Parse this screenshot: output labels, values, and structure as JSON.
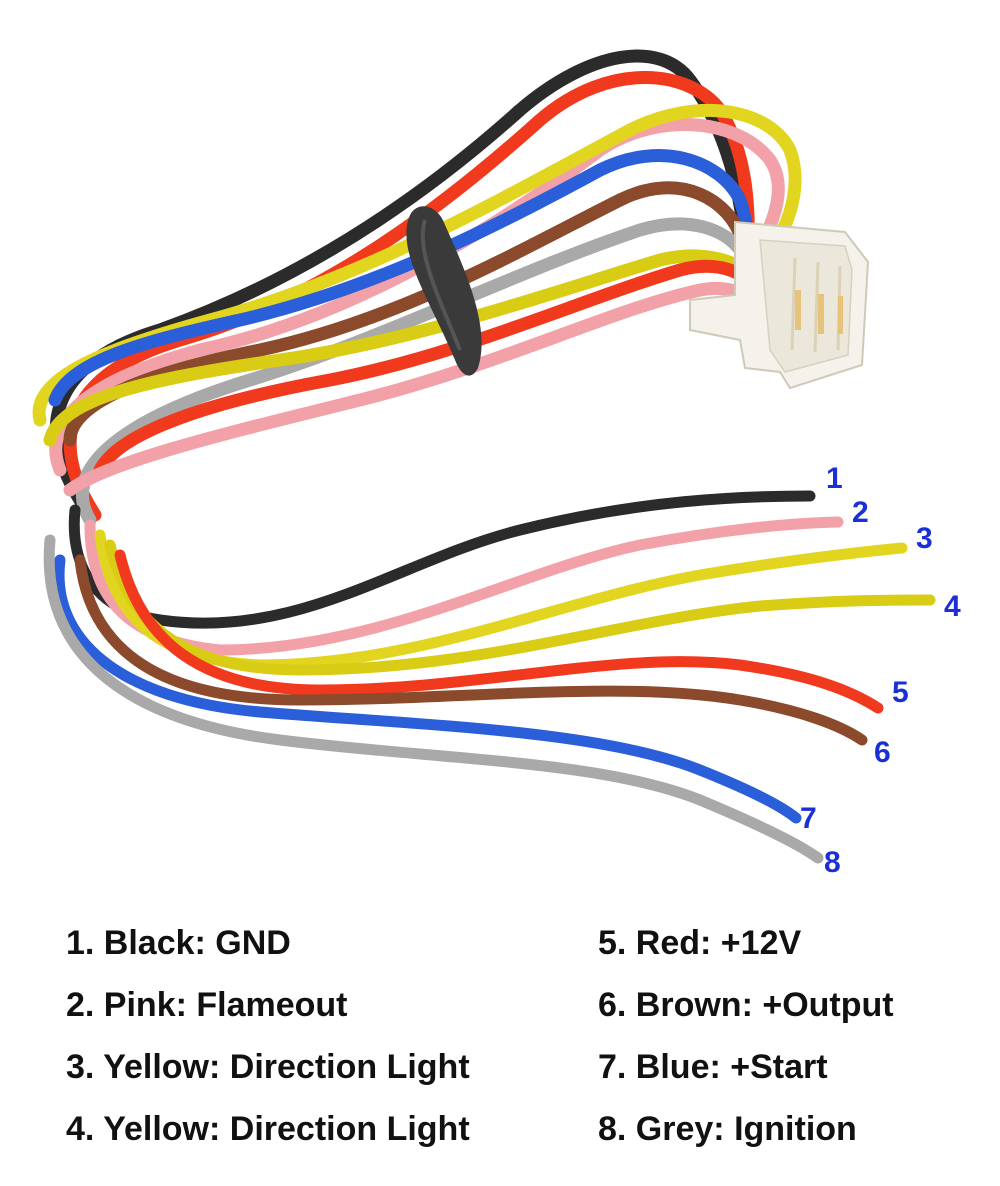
{
  "wires": [
    {
      "number": "1",
      "color_name": "Black",
      "function": "GND",
      "color": "#2b2b2b"
    },
    {
      "number": "2",
      "color_name": "Pink",
      "function": "Flameout",
      "color": "#f2a1a8"
    },
    {
      "number": "3",
      "color_name": "Yellow",
      "function": "Direction Light",
      "color": "#e2d520"
    },
    {
      "number": "4",
      "color_name": "Yellow",
      "function": "Direction Light",
      "color": "#d9cc14"
    },
    {
      "number": "5",
      "color_name": "Red",
      "function": "+12V",
      "color": "#f0391d"
    },
    {
      "number": "6",
      "color_name": "Brown",
      "function": "+Output",
      "color": "#8a4a2b"
    },
    {
      "number": "7",
      "color_name": "Blue",
      "function": "+Start",
      "color": "#2b5fd9"
    },
    {
      "number": "8",
      "color_name": "Grey",
      "function": "Ignition",
      "color": "#a9a9a9"
    }
  ],
  "legend": {
    "left": [
      "1. Black: GND",
      "2. Pink: Flameout",
      "3. Yellow: Direction Light",
      "4. Yellow: Direction Light"
    ],
    "right": [
      "5. Red: +12V",
      "6. Brown: +Output",
      "7. Blue: +Start",
      "8. Grey: Ignition"
    ]
  },
  "colors": {
    "number_label": "#1b2fd6",
    "connector": "#f4f2ea",
    "cable_tie": "#3a3a3a"
  }
}
